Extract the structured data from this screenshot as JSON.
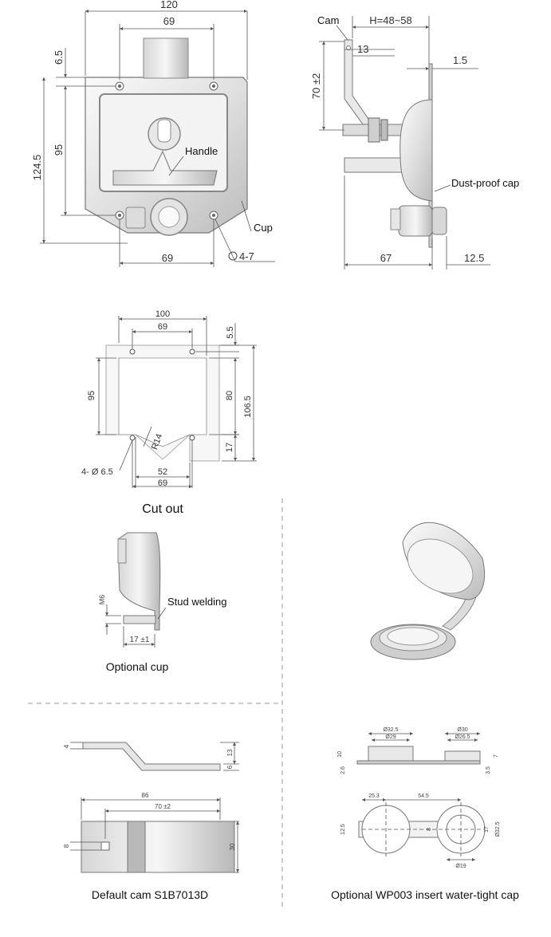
{
  "front_view": {
    "dim_width_total": "120",
    "dim_width_holes_top": "69",
    "dim_width_holes_bottom": "69",
    "dim_top_offset": "6.5",
    "dim_height_total": "124.5",
    "dim_height_holes": "95",
    "dim_hole_dia": "4-7",
    "label_handle": "Handle",
    "label_cup": "Cup"
  },
  "side_view": {
    "label_cam": "Cam",
    "dim_h_range": "H=48~58",
    "dim_cam_width": "13",
    "dim_plate": "1.5",
    "dim_cam_height": "70 ±2",
    "label_dust_cap": "Dust-proof cap",
    "dim_depth": "67",
    "dim_cap_offset": "12.5"
  },
  "cutout": {
    "caption": "Cut out",
    "dim_outer_width": "100",
    "dim_holes_top": "69",
    "dim_top_offset": "5.5",
    "dim_left_height": "95",
    "dim_inner_height": "80",
    "dim_outer_height": "106.5",
    "dim_radius": "R14",
    "dim_step": "17",
    "dim_holes": "4- Ø 6.5",
    "dim_notch": "52",
    "dim_holes_bottom": "69"
  },
  "optional_cup": {
    "caption": "Optional cup",
    "label_stud": "Stud welding",
    "dim_thread": "M6",
    "dim_length": "17 ±1"
  },
  "default_cam": {
    "caption": "Default cam S1B7013D",
    "dim_thickness": "4",
    "dim_height": "13",
    "dim_offset": "6",
    "dim_length": "86",
    "dim_hole_pitch": "70 ±2",
    "dim_square": "8",
    "dim_width": "30"
  },
  "water_cap": {
    "caption": "Optional WP003 insert water-tight cap",
    "dim_d1a": "Ø32.5",
    "dim_d1b": "Ø29",
    "dim_d2a": "Ø30",
    "dim_d2b": "Ø26.5",
    "dim_h_left": "10",
    "dim_h_left2": "2.6",
    "dim_h_right": "7",
    "dim_h_right2": "3.5",
    "dim_span1": "25.3",
    "dim_span2": "54.5",
    "dim_side": "12.5",
    "dim_mid": "8",
    "dim_h17": "17",
    "dim_d_outer": "Ø32.5",
    "dim_d_inner": "Ø19"
  },
  "colors": {
    "line": "#555555",
    "part_fill": "#e6e6e6",
    "part_dark": "#bdbdbd",
    "divider": "#999999"
  }
}
